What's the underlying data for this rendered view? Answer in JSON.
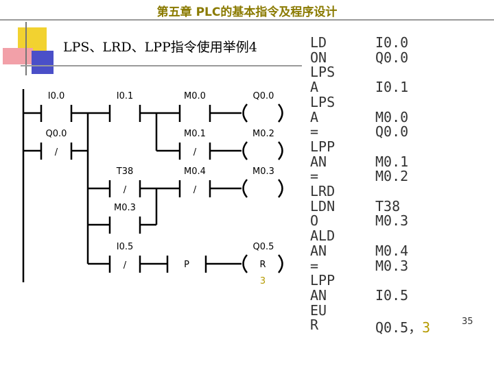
{
  "header": {
    "title": "第五章  PLC的基本指令及程序设计"
  },
  "slide": {
    "title": "LPS、LRD、LPP指令使用举例4",
    "page_number": "35"
  },
  "ladder": {
    "labels": {
      "i00": "I0.0",
      "i01": "I0.1",
      "m00": "M0.0",
      "q00": "Q0.0",
      "q00b": "Q0.0",
      "nc1": "/",
      "m01": "M0.1",
      "nc2": "/",
      "m02": "M0.2",
      "t38": "T38",
      "nc3": "/",
      "m04": "M0.4",
      "nc4": "/",
      "m03": "M0.3",
      "m03b": "M0.3",
      "i05": "I0.5",
      "nc5": "/",
      "p": "P",
      "q05": "Q0.5",
      "r": "R",
      "three": "3"
    }
  },
  "program": [
    {
      "op": "LD",
      "arg": "I0.0"
    },
    {
      "op": "ON",
      "arg": "Q0.0"
    },
    {
      "op": "LPS",
      "arg": ""
    },
    {
      "op": "A",
      "arg": "I0.1"
    },
    {
      "op": "LPS",
      "arg": ""
    },
    {
      "op": "A",
      "arg": "M0.0"
    },
    {
      "op": "=",
      "arg": "Q0.0"
    },
    {
      "op": "LPP",
      "arg": ""
    },
    {
      "op": "AN",
      "arg": "M0.1"
    },
    {
      "op": "=",
      "arg": "M0.2"
    },
    {
      "op": "LRD",
      "arg": ""
    },
    {
      "op": "LDN",
      "arg": "T38"
    },
    {
      "op": "O",
      "arg": "M0.3"
    },
    {
      "op": "ALD",
      "arg": ""
    },
    {
      "op": "AN",
      "arg": "M0.4"
    },
    {
      "op": "=",
      "arg": "M0.3"
    },
    {
      "op": "LPP",
      "arg": ""
    },
    {
      "op": "AN",
      "arg": "I0.5"
    },
    {
      "op": "EU",
      "arg": ""
    },
    {
      "op": "R",
      "arg": "Q0.5，",
      "extra": "3"
    }
  ]
}
